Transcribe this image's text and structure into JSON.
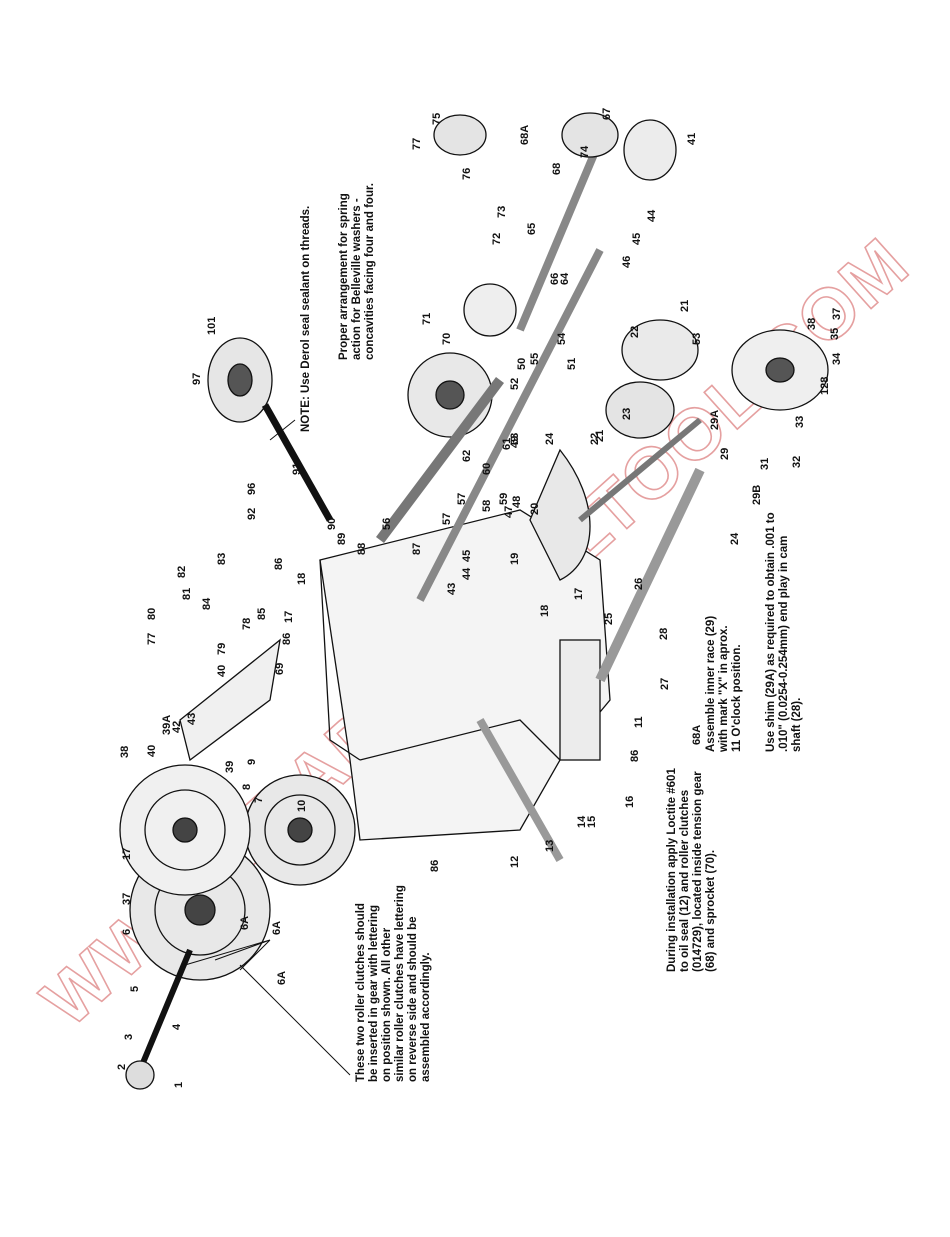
{
  "notes": {
    "derol": "NOTE: Use Derol seal sealant on threads.",
    "belleville": "Proper arrangement for spring\naction for Belleville washers -\nconcavities facing four and four.",
    "roller_clutches": "These two roller clutches should\nbe inserted in gear with lettering\non position shown. All other\nsimilar roller clutches have lettering\non reverse side and should be\nassembled accordingly.",
    "loctite": "During installation apply Loctite #601\nto oil seal (12) and roller clutches\n(014729), located inside tension gear\n(68) and sprocket (70).",
    "inner_race": "Assemble inner race (29)\nwith mark \"X\" in aprox.\n11 O'clock position.",
    "shim": "Use shim (29A) as required to obtain .001 to\n.010\" (0.0254-0.254mm) end play in cam\nshaft (28)."
  },
  "watermark": "WWW.TRADITIONALTOOL.COM",
  "colors": {
    "ink": "#111111",
    "watermark": "#e5a0a0"
  },
  "part_numbers": [
    "1",
    "2",
    "3",
    "4",
    "5",
    "6",
    "6A",
    "6A",
    "6A",
    "7",
    "8",
    "9",
    "10",
    "11",
    "12",
    "13",
    "14",
    "15",
    "16",
    "17",
    "17",
    "17",
    "18",
    "18",
    "19",
    "20",
    "21",
    "21",
    "22",
    "22",
    "23",
    "24",
    "24",
    "25",
    "26",
    "27",
    "28",
    "29",
    "29A",
    "29B",
    "31",
    "32",
    "33",
    "34",
    "35",
    "37",
    "37",
    "38",
    "38",
    "39",
    "39A",
    "40",
    "40",
    "41",
    "42",
    "43",
    "43",
    "44",
    "44",
    "45",
    "45",
    "46",
    "47",
    "48",
    "49",
    "50",
    "51",
    "52",
    "53",
    "54",
    "55",
    "56",
    "57",
    "57",
    "58",
    "59",
    "60",
    "61",
    "62",
    "63",
    "64",
    "65",
    "66",
    "67",
    "68",
    "68A",
    "68A",
    "69",
    "70",
    "71",
    "72",
    "73",
    "74",
    "75",
    "76",
    "77",
    "77",
    "78",
    "79",
    "80",
    "81",
    "82",
    "83",
    "84",
    "85",
    "86",
    "86",
    "86",
    "86",
    "87",
    "88",
    "89",
    "90",
    "91",
    "92",
    "96",
    "97",
    "101",
    "128"
  ]
}
